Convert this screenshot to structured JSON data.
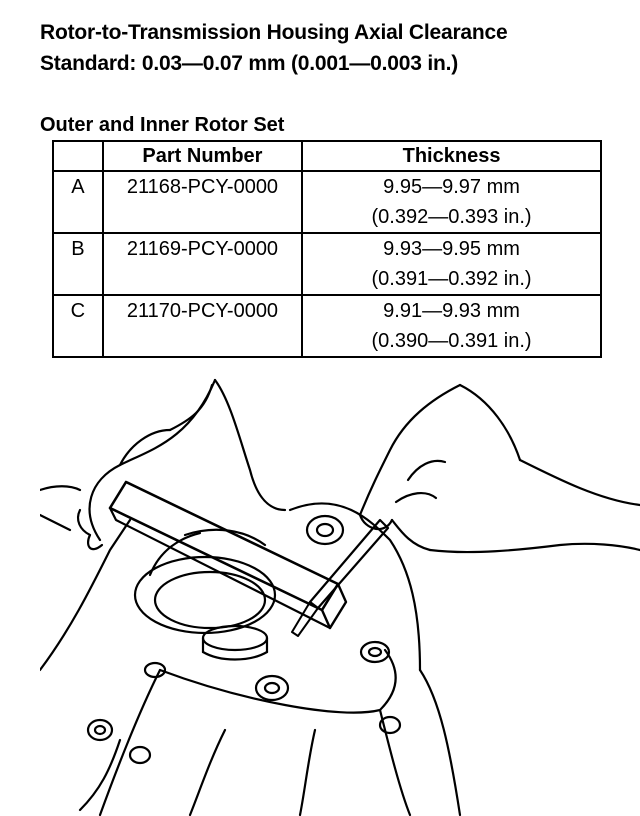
{
  "header": {
    "title": "Rotor-to-Transmission Housing Axial Clearance",
    "standard": "Standard: 0.03—0.07 mm (0.001—0.003 in.)"
  },
  "rotor_table": {
    "title": "Outer and Inner Rotor Set",
    "columns": [
      "",
      "Part Number",
      "Thickness"
    ],
    "rows": [
      {
        "grade": "A",
        "part_number": "21168-PCY-0000",
        "thickness_mm": "9.95—9.97 mm",
        "thickness_in": "(0.392—0.393 in.)"
      },
      {
        "grade": "B",
        "part_number": "21169-PCY-0000",
        "thickness_mm": "9.93—9.95 mm",
        "thickness_in": "(0.391—0.392 in.)"
      },
      {
        "grade": "C",
        "part_number": "21170-PCY-0000",
        "thickness_mm": "9.91—9.93 mm",
        "thickness_in": "(0.390—0.391 in.)"
      }
    ]
  },
  "illustration": {
    "icon": "straightedge-feeler-gauge-illustration"
  }
}
